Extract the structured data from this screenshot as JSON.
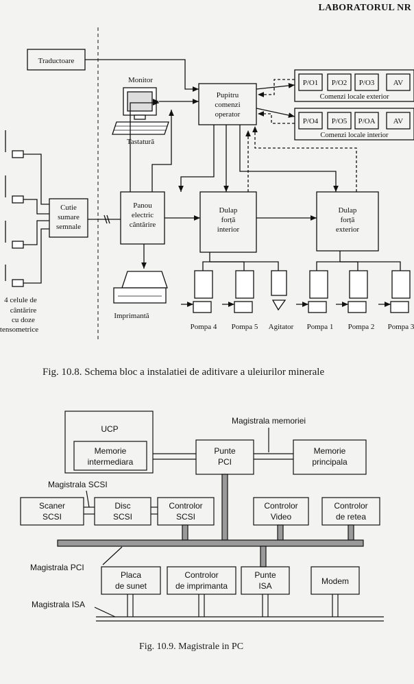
{
  "header": {
    "title": "LABORATORUL NR"
  },
  "figure1": {
    "caption": "Fig. 10.8. Schema bloc a instalatiei de aditivare a uleiurilor minerale",
    "blocks": {
      "traductoare": "Traductoare",
      "monitor": "Monitor",
      "tastatura": "Tastatură",
      "pupitru": [
        "Pupitru",
        "comenzi",
        "operator"
      ],
      "po_ext": [
        "P/O1",
        "P/O2",
        "P/O3",
        "AV"
      ],
      "comenzi_ext": "Comenzi locale exterior",
      "po_int": [
        "P/O4",
        "P/O5",
        "P/OA",
        "AV"
      ],
      "comenzi_int": "Comenzi locale interior",
      "cutie": [
        "Cutie",
        "sumare",
        "semnale"
      ],
      "panou": [
        "Panou",
        "electric",
        "cântărire"
      ],
      "dulap_int": [
        "Dulap",
        "forță",
        "interior"
      ],
      "dulap_ext": [
        "Dulap",
        "forță",
        "exterior"
      ],
      "imprimanta": "Imprimantă",
      "celule": [
        "4 celule de",
        "cântărire",
        "cu doze",
        "tensometrice"
      ],
      "pumps": [
        "Pompa 4",
        "Pompa 5",
        "Agitator",
        "Pompa 1",
        "Pompa 2",
        "Pompa 3"
      ]
    }
  },
  "figure2": {
    "caption": "Fig. 10.9. Magistrale in PC",
    "blocks": {
      "ucp": "UCP",
      "memorie_intermediara": [
        "Memorie",
        "intermediara"
      ],
      "punte_pci": [
        "Punte",
        "PCI"
      ],
      "memorie_principala": [
        "Memorie",
        "principala"
      ],
      "magistrala_memoriei": "Magistrala memoriei",
      "magistrala_scsi": "Magistrala SCSI",
      "scaner_scsi": [
        "Scaner",
        "SCSI"
      ],
      "disc_scsi": [
        "Disc",
        "SCSI"
      ],
      "controlor_scsi": [
        "Controlor",
        "SCSI"
      ],
      "controlor_video": [
        "Controlor",
        "Video"
      ],
      "controlor_retea": [
        "Controlor",
        "de retea"
      ],
      "magistrala_pci": "Magistrala PCI",
      "placa_sunet": [
        "Placa",
        "de sunet"
      ],
      "controlor_imprimanta": [
        "Controlor",
        "de imprimanta"
      ],
      "punte_isa": [
        "Punte",
        "ISA"
      ],
      "modem": "Modem",
      "magistrala_isa": "Magistrala ISA"
    }
  }
}
